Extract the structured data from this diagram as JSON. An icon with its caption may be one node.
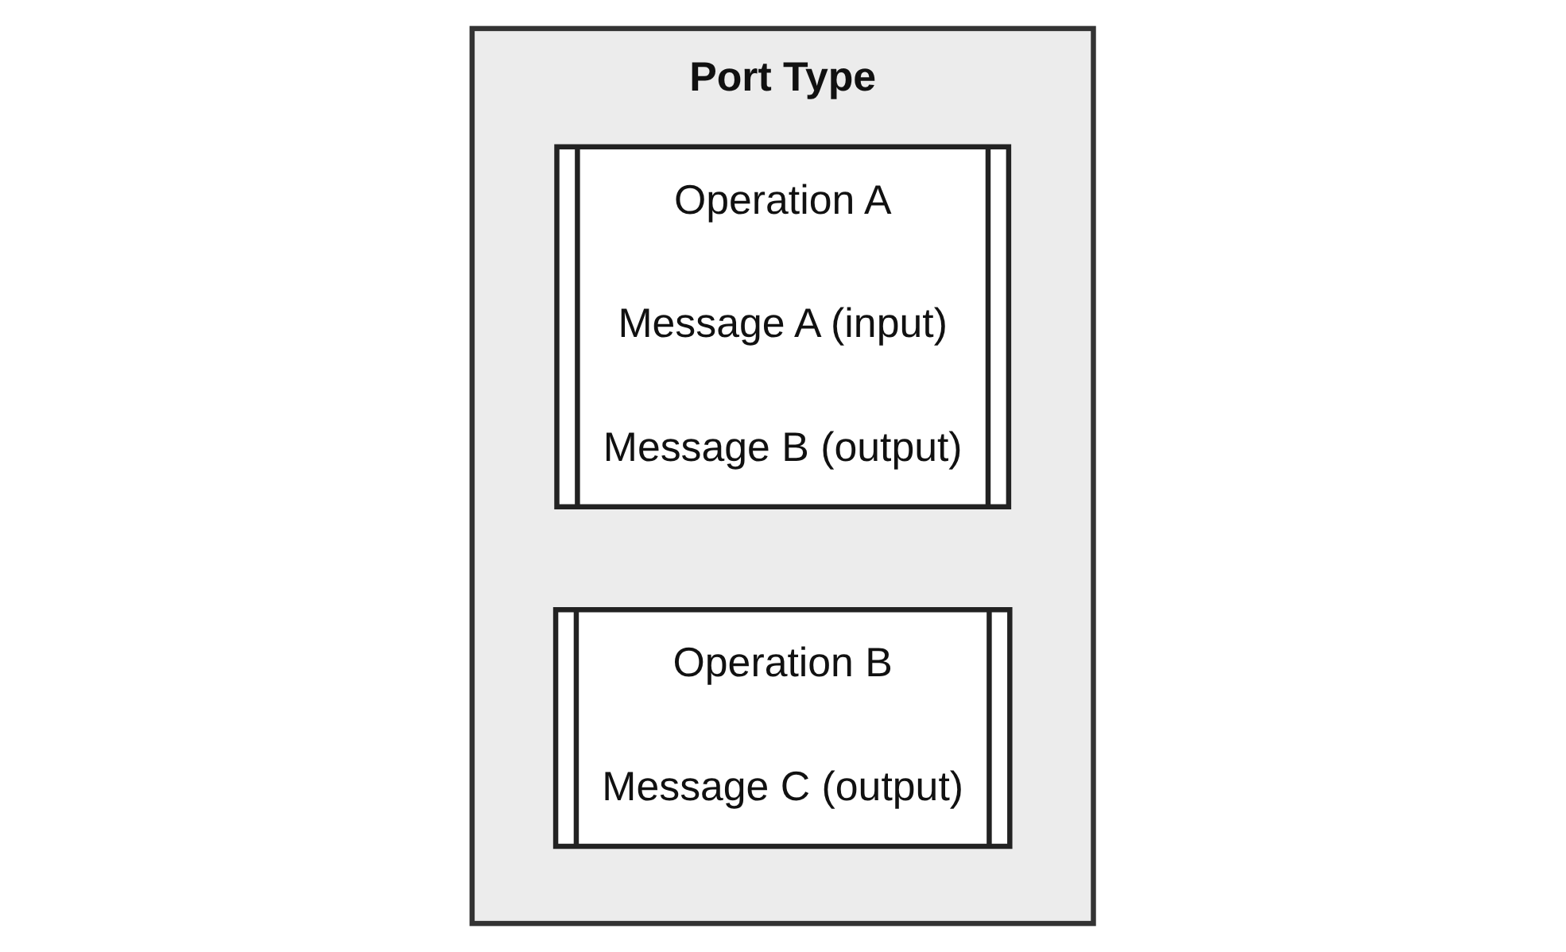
{
  "diagram": {
    "nodes": [
      {
        "text": [
          "Port Type"
        ]
      },
      {
        "text": [
          "Operation A",
          "Message A (input)",
          "Message B (output)"
        ],
        "in": 0
      },
      {
        "text": [
          "Operation B",
          "Message C (output)"
        ],
        "in": 0
      }
    ]
  }
}
